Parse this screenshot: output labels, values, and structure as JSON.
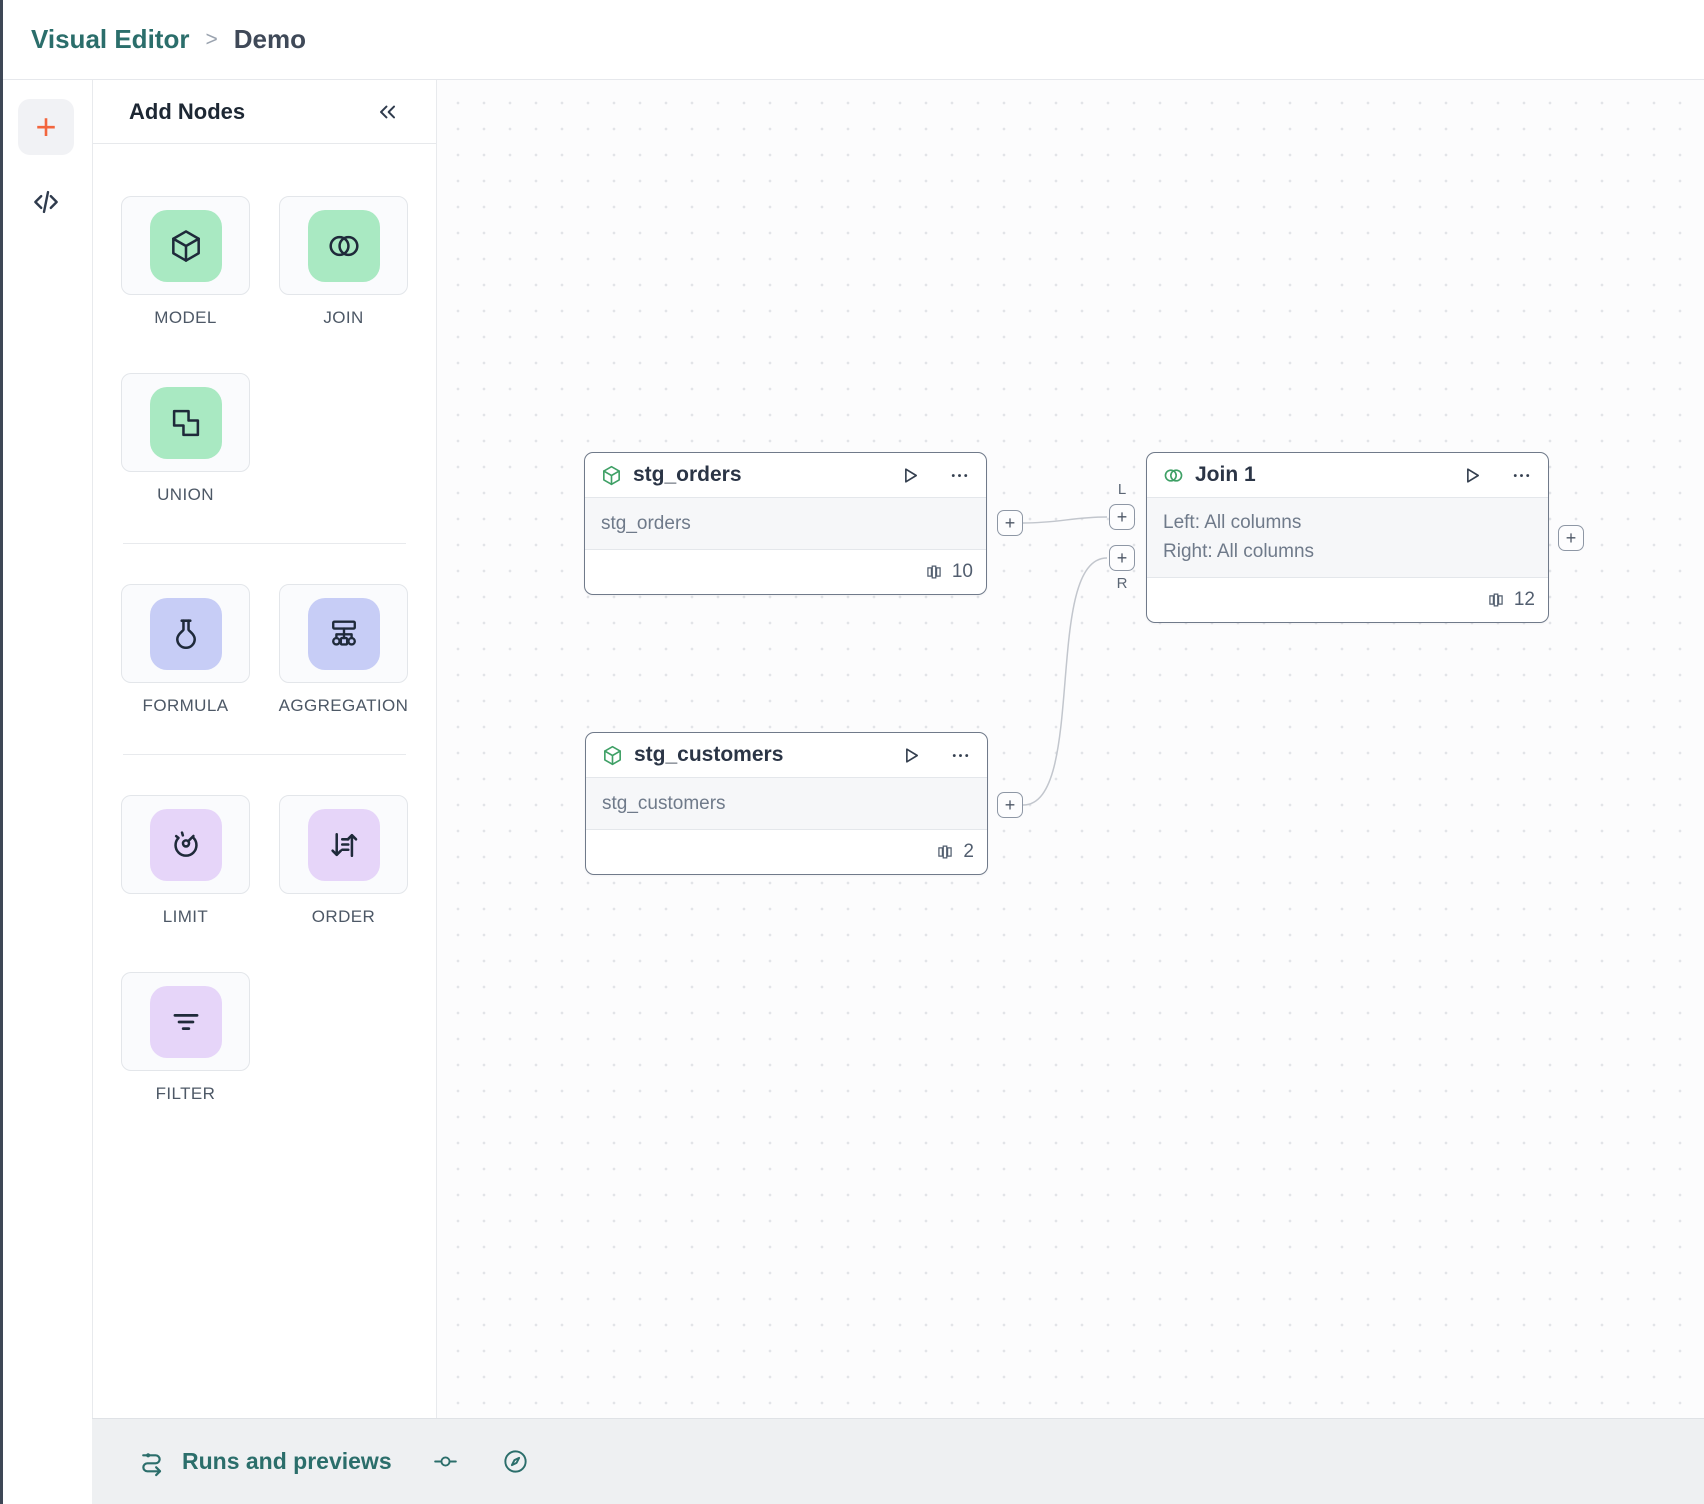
{
  "header": {
    "breadcrumb_root": "Visual Editor",
    "breadcrumb_separator": ">",
    "breadcrumb_current": "Demo"
  },
  "rail": {
    "add_button": "+",
    "code_icon": "code-brackets"
  },
  "palette": {
    "title": "Add Nodes",
    "collapse_icon": "chevron-double-left",
    "groups": [
      {
        "items": [
          {
            "label": "MODEL",
            "icon": "cube",
            "tint": "green"
          },
          {
            "label": "JOIN",
            "icon": "overlapping-circles",
            "tint": "green"
          },
          {
            "label": "UNION",
            "icon": "overlapping-squares",
            "tint": "green"
          }
        ]
      },
      {
        "items": [
          {
            "label": "FORMULA",
            "icon": "flask",
            "tint": "indigo"
          },
          {
            "label": "AGGREGATION",
            "icon": "hierarchy",
            "tint": "indigo"
          }
        ]
      },
      {
        "items": [
          {
            "label": "LIMIT",
            "icon": "gauge",
            "tint": "purple"
          },
          {
            "label": "ORDER",
            "icon": "sort-arrows",
            "tint": "purple"
          },
          {
            "label": "FILTER",
            "icon": "filter-lines",
            "tint": "purple"
          }
        ]
      }
    ]
  },
  "canvas": {
    "plus": "+",
    "join_ports": {
      "left": "L",
      "right": "R"
    },
    "nodes": [
      {
        "title": "stg_orders",
        "icon": "cube",
        "body_lines": [
          "stg_orders"
        ],
        "column_count": "10"
      },
      {
        "title": "Join 1",
        "icon": "overlapping-circles",
        "body_lines": [
          "Left: All columns",
          "Right: All columns"
        ],
        "column_count": "12"
      },
      {
        "title": "stg_customers",
        "icon": "cube",
        "body_lines": [
          "stg_customers"
        ],
        "column_count": "2"
      }
    ]
  },
  "statusbar": {
    "runs_label": "Runs and previews",
    "icons": [
      "flow-runs",
      "commit",
      "compass"
    ]
  },
  "colors": {
    "brand_teal": "#2b6e6b",
    "accent_orange": "#f2663e",
    "tile_green": "#a9e9c2",
    "tile_indigo": "#c7cdf6",
    "tile_purple": "#e6d5f9",
    "node_icon_green": "#3fa066",
    "node_border": "#707a8a",
    "canvas_dot": "#e2e4e8"
  }
}
